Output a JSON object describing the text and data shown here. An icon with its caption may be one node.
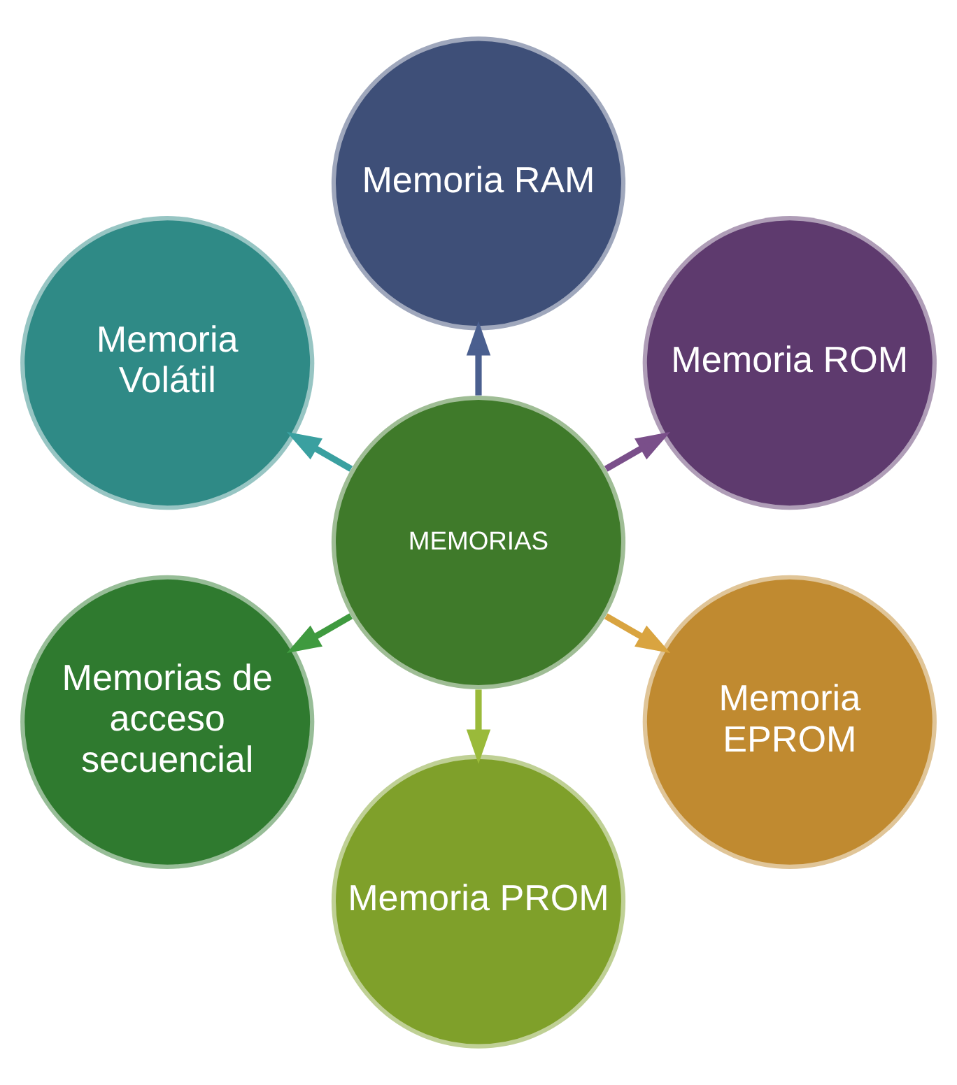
{
  "diagram": {
    "nodes": [
      {
        "text": [
          "MEMORIAS"
        ]
      },
      {
        "text": [
          "Memoria ROM"
        ]
      },
      {
        "text": [
          "Memoria RAM"
        ]
      },
      {
        "text": [
          "Memoria Volátil"
        ]
      },
      {
        "text": [
          "Memorias de acceso secuencial"
        ]
      },
      {
        "text": [
          "Memoria PROM"
        ]
      },
      {
        "text": [
          "Memoria EPROM"
        ]
      }
    ],
    "edges": [
      {
        "from": 0,
        "to": 1,
        "arrow": "to",
        "color": "#7a4f8a"
      },
      {
        "from": 0,
        "to": 2,
        "arrow": "to",
        "color": "#4a5f8f"
      },
      {
        "from": 0,
        "to": 3,
        "arrow": "to",
        "color": "#3aa0a0"
      },
      {
        "from": 0,
        "to": 4,
        "arrow": "to",
        "color": "#3f9a3f"
      },
      {
        "from": 0,
        "to": 5,
        "arrow": "to",
        "color": "#9aba3a"
      },
      {
        "from": 0,
        "to": 6,
        "arrow": "to",
        "color": "#d9a440"
      }
    ]
  }
}
